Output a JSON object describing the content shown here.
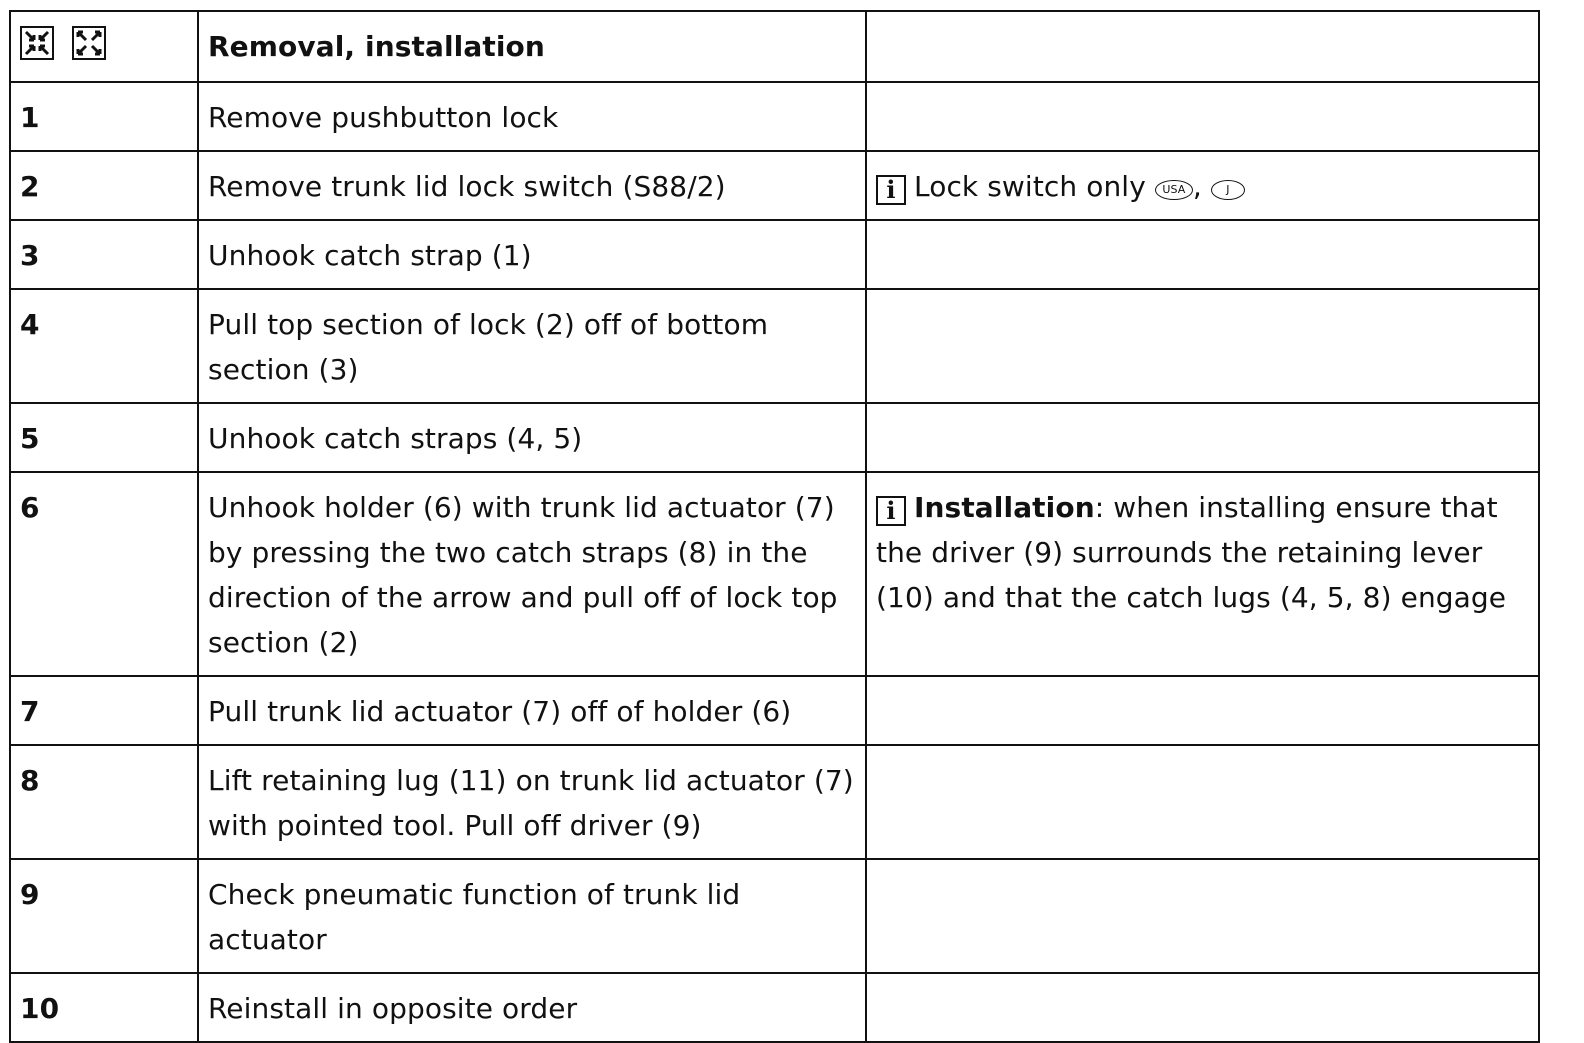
{
  "header": {
    "title": "Removal, installation",
    "icons": [
      "disassemble-icon",
      "assemble-icon"
    ]
  },
  "steps": [
    {
      "num": "1",
      "text": "Remove pushbutton lock"
    },
    {
      "num": "2",
      "text": "Remove trunk lid lock switch (S88/2)"
    },
    {
      "num": "3",
      "text": "Unhook catch strap (1)"
    },
    {
      "num": "4",
      "text": "Pull top section of lock (2) off of bottom section (3)"
    },
    {
      "num": "5",
      "text": "Unhook catch straps (4, 5)"
    },
    {
      "num": "6",
      "text": "Unhook holder (6) with trunk lid actuator (7) by pressing the two catch straps (8) in the direction of the arrow and pull off of lock top section (2)"
    },
    {
      "num": "7",
      "text": "Pull trunk lid actuator (7) off of holder (6)"
    },
    {
      "num": "8",
      "text": "Lift retaining lug (11) on trunk lid actuator (7) with pointed tool. Pull off driver (9)"
    },
    {
      "num": "9",
      "text": "Check pneumatic function of trunk lid actuator"
    },
    {
      "num": "10",
      "text": "Reinstall in opposite order"
    }
  ],
  "notes": {
    "info_glyph": "i",
    "step2": {
      "text": "Lock switch only",
      "region_usa": "USA",
      "sep": ",",
      "region_j": "J"
    },
    "step6": {
      "strong": "Installation",
      "text": ": when installing ensure that the driver (9) surrounds the retaining lever (10) and that the catch lugs (4, 5, 8) engage"
    }
  }
}
